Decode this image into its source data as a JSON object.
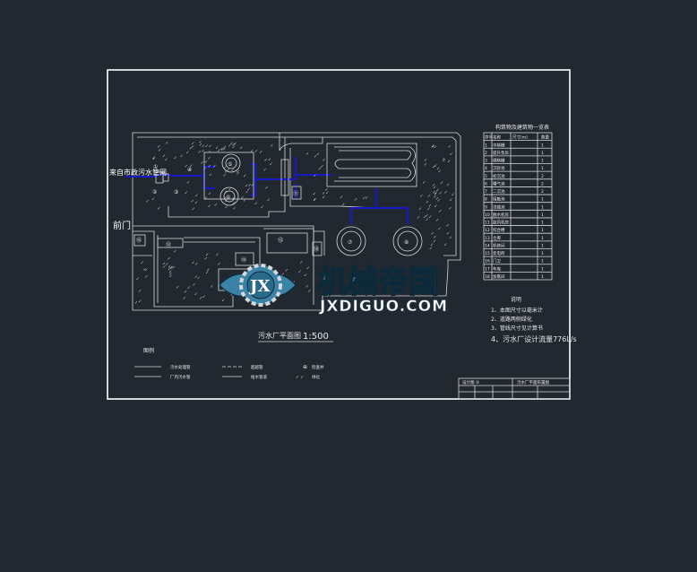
{
  "drawing": {
    "incoming_label": "来自市政污水管网",
    "gate_label": "前门",
    "plan_title": "污水厂平面图",
    "plan_scale": "1:500",
    "unit_numbers": [
      "①",
      "②",
      "③",
      "④",
      "⑤",
      "⑥",
      "⑦",
      "⑧",
      "⑨",
      "⑩",
      "⑪",
      "⑫",
      "⑬",
      "⑭",
      "⑮",
      "⑯",
      "⑰",
      "⑱"
    ],
    "legend": {
      "title": "图例",
      "items": [
        {
          "label": "污水处理管"
        },
        {
          "label": "超越管"
        },
        {
          "label": "检查井"
        },
        {
          "label": "厂内污水管"
        },
        {
          "label": "给水管道"
        },
        {
          "label": "绿化"
        }
      ]
    },
    "structures_table": {
      "title": "构筑物及建筑物一览表",
      "headers": [
        "序号",
        "名称",
        "尺寸(m)",
        "数量"
      ],
      "rows": [
        [
          "1",
          "中格栅",
          "",
          "1"
        ],
        [
          "2",
          "提升泵房",
          "",
          "1"
        ],
        [
          "3",
          "细格栅",
          "",
          "1"
        ],
        [
          "4",
          "沉砂池",
          "",
          "1"
        ],
        [
          "5",
          "初沉池",
          "",
          "2"
        ],
        [
          "6",
          "曝气池",
          "",
          "2"
        ],
        [
          "7",
          "二沉池",
          "",
          "2"
        ],
        [
          "8",
          "接触池",
          "",
          "1"
        ],
        [
          "9",
          "浓缩池",
          "",
          "1"
        ],
        [
          "10",
          "脱水机房",
          "",
          "1"
        ],
        [
          "11",
          "鼓风机房",
          "",
          "1"
        ],
        [
          "12",
          "综合楼",
          "",
          "1"
        ],
        [
          "13",
          "仓库",
          "",
          "1"
        ],
        [
          "14",
          "机修间",
          "",
          "1"
        ],
        [
          "15",
          "变电所",
          "",
          "1"
        ],
        [
          "16",
          "门卫",
          "",
          "1"
        ],
        [
          "17",
          "车库",
          "",
          "1"
        ],
        [
          "18",
          "加氯间",
          "",
          "1"
        ]
      ]
    },
    "notes": {
      "title": "说明",
      "items": [
        "1、本图尺寸以毫米计",
        "2、道路两侧绿化",
        "3、管线尺寸见计算书",
        "4、污水厂设计流量776L/s"
      ]
    },
    "title_block": {
      "left": "设计图 ③",
      "right": "污水厂平面布置图"
    }
  },
  "watermark": {
    "logo_letters": "JX",
    "name": "机械帝国",
    "url": "JXDIGUO.COM"
  },
  "colors": {
    "background": "#212830",
    "line": "#ffffff",
    "pipe": "#1818c8",
    "watermark_blue": "#3a82a6"
  }
}
